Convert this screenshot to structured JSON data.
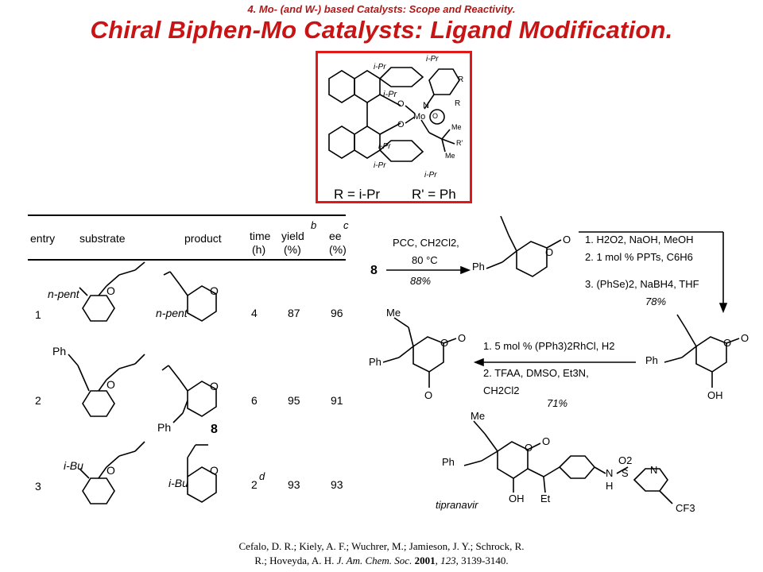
{
  "header": {
    "subtitle": "4. Mo- (and W-) based Catalysts:  Scope and Reactivity.",
    "title": "Chiral Biphen-Mo Catalysts: Ligand Modification."
  },
  "catalyst": {
    "r_def": "R = i-Pr",
    "rprime_def": "R' = Ph",
    "labels": [
      "i-Pr",
      "i-Pr",
      "i-Pr",
      "i-Pr",
      "i-Pr",
      "i-Pr",
      "R",
      "R",
      "Me",
      "Me",
      "R'",
      "O",
      "O",
      "N",
      "Mo",
      "O"
    ]
  },
  "table": {
    "headers": {
      "entry": "entry",
      "substrate": "substrate",
      "product": "product",
      "time": "time",
      "time_unit": "(h)",
      "yield": "yield",
      "yield_unit": "(%)",
      "yield_sup": "b",
      "ee": "ee",
      "ee_unit": "(%)",
      "ee_sup": "c"
    },
    "rows": [
      {
        "entry": "1",
        "sub_label": "n-pent",
        "prod_label": "n-pent",
        "time": "4",
        "yield": "87",
        "ee": "96"
      },
      {
        "entry": "2",
        "sub_label": "Ph",
        "prod_label": "Ph",
        "time": "6",
        "yield": "95",
        "ee": "91"
      },
      {
        "entry": "3",
        "sub_label": "i-Bu",
        "prod_label": "i-Bu",
        "time": "2",
        "time_sup": "d",
        "yield": "93",
        "ee": "93"
      }
    ],
    "compound_8": "8"
  },
  "scheme": {
    "start": "8",
    "step1_reagents": "PCC, CH2Cl2,",
    "step1_temp": "80 °C",
    "step1_yield": "88%",
    "step2_l1": "1.  H2O2, NaOH, MeOH",
    "step2_l2": "2.  1 mol % PPTs, C6H6",
    "step2_l3": "3.  (PhSe)2, NaBH4, THF",
    "step2_yield": "78%",
    "step3_l1": "1.  5 mol % (PPh3)2RhCl, H2",
    "step3_l2": "2.  TFAA, DMSO, Et3N,",
    "step3_l3": "CH2Cl2",
    "step3_yield": "71%",
    "ph": "Ph",
    "o": "O",
    "oh": "OH",
    "me": "Me",
    "et": "Et",
    "nh": "N",
    "h": "H",
    "so2": "O2",
    "s": "S",
    "n": "N",
    "cf3": "CF3",
    "tipranavir": "tipranavir"
  },
  "citation": {
    "line1": "Cefalo, D. R.; Kiely, A. F.; Wuchrer, M.; Jamieson, J. Y.; Schrock, R.",
    "line2_pre": "R.; Hoveyda, A. H. ",
    "journal": "J. Am. Chem. Soc.",
    "year": " 2001",
    "volume": ", 123",
    "pages": ", 3139-3140."
  }
}
